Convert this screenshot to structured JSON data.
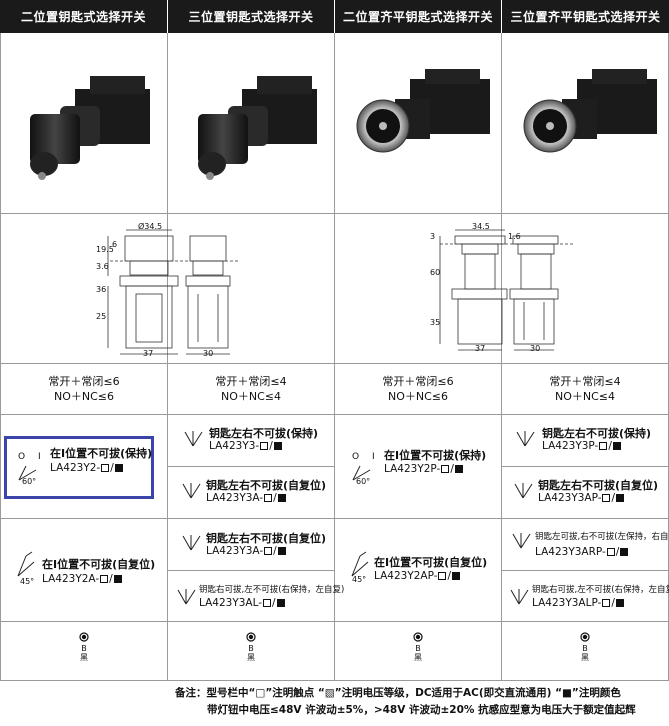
{
  "headers": [
    "二位置钥匙式选择开关",
    "三位置钥匙式选择开关",
    "二位置齐平钥匙式选择开关",
    "三位置齐平钥匙式选择开关"
  ],
  "drawing_dims": {
    "left": {
      "top_width": "Ø34.5",
      "width1": "37",
      "width2": "30",
      "h1": "19.5",
      "h2": "3.6",
      "h3": "6",
      "h4": "36",
      "h5": "25"
    },
    "right": {
      "top_width": "34.5",
      "width1": "37",
      "width2": "30",
      "h1": "3",
      "h2": "1.6",
      "h3": "60",
      "h4": "35"
    }
  },
  "contacts": [
    {
      "cn": "常开＋常闭≤6",
      "en": "NO＋NC≤6"
    },
    {
      "cn": "常开＋常闭≤4",
      "en": "NO＋NC≤4"
    },
    {
      "cn": "常开＋常闭≤6",
      "en": "NO＋NC≤6"
    },
    {
      "cn": "常开＋常闭≤4",
      "en": "NO＋NC≤4"
    }
  ],
  "options": {
    "c1_r1": {
      "title": "在Ⅰ位置不可拔(保持)",
      "model": "LA423Y2-",
      "angle": "60°",
      "pos": [
        "O",
        "I"
      ]
    },
    "c1_r2": {
      "title": "在Ⅰ位置不可拔(自复位)",
      "model": "LA423Y2A-",
      "angle": "45°"
    },
    "c2_r1": {
      "title": "钥匙左右不可拔(保持)",
      "model": "LA423Y3-"
    },
    "c2_r2": {
      "title": "钥匙左右不可拔(自复位)",
      "model": "LA423Y3A-"
    },
    "c2_r3": {
      "title": "钥匙左右不可拔(自复位)",
      "model": "LA423Y3A-"
    },
    "c2_r4": {
      "title": "钥匙右可拔,左不可拔(右保持，左自复)",
      "model": "LA423Y3AL-"
    },
    "c3_r1": {
      "title": "在Ⅰ位置不可拔(保持)",
      "model": "LA423Y2P-",
      "angle": "60°",
      "pos": [
        "O",
        "I"
      ]
    },
    "c3_r2": {
      "title": "在Ⅰ位置不可拔(自复位)",
      "model": "LA423Y2AP-",
      "angle": "45°"
    },
    "c4_r1": {
      "title": "钥匙左右不可拔(保持)",
      "model": "LA423Y3P-"
    },
    "c4_r2": {
      "title": "钥匙左右不可拔(自复位)",
      "model": "LA423Y3AP-"
    },
    "c4_r3": {
      "title": "钥匙左可拔,右不可拔(左保持，右自复)",
      "model": "LA423Y3ARP-"
    },
    "c4_r4": {
      "title": "钥匙右可拔,左不可拔(右保持，左自复)",
      "model": "LA423Y3ALP-"
    }
  },
  "color_code": {
    "letter": "B",
    "name": "黑"
  },
  "notes": {
    "line1": "备注：型号栏中“□”注明触点 “▧”注明电压等级，DC适用于AC(即交直流通用) “■”注明颜色",
    "line2": "带灯钮中电压≤48V 许波动±5%，>48V 许波动±20%    抗感应型意为电压大于额定值起辉"
  },
  "colors": {
    "header_bg": "#1a1a1a",
    "highlight": "#3b44a8",
    "grid": "#9a9a9a"
  }
}
